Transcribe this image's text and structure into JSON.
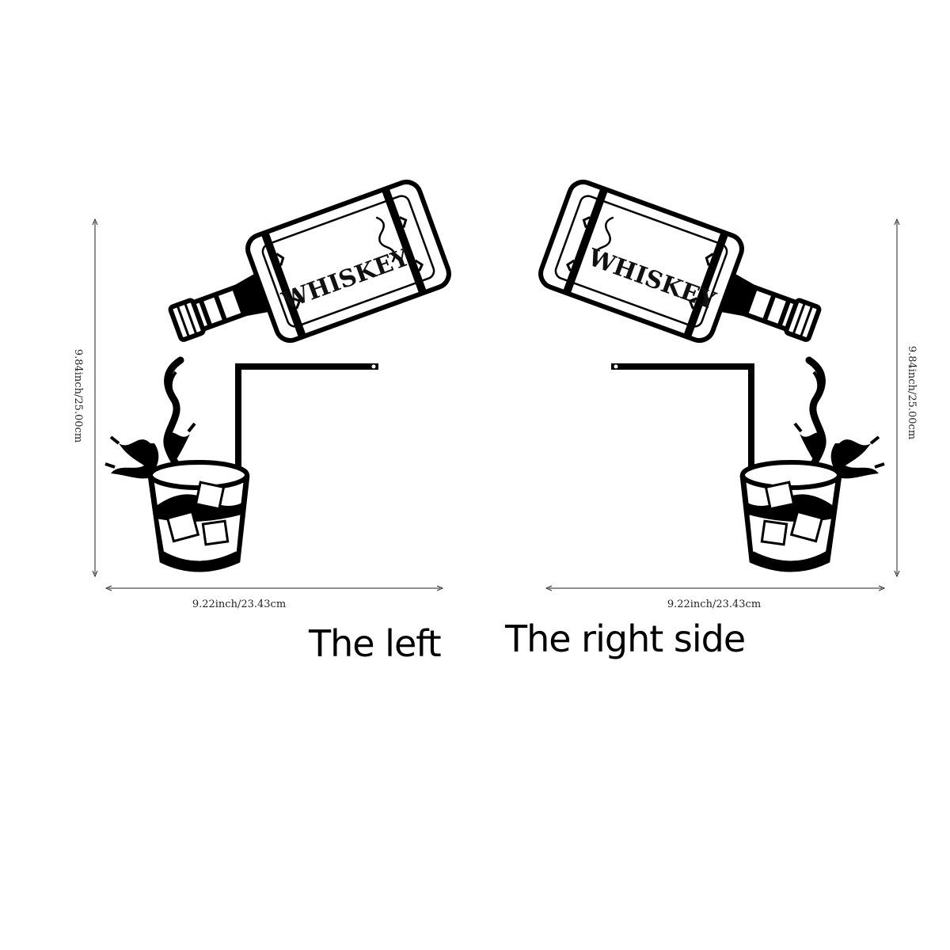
{
  "left_product": {
    "bottle_label": "WHISKEY",
    "height_dimension": "9.84inch/25.00cm",
    "width_dimension": "9.22inch/23.43cm",
    "caption": "The left"
  },
  "right_product": {
    "bottle_label": "WHISKEY",
    "height_dimension": "9.84inch/25.00cm",
    "width_dimension": "9.22inch/23.43cm",
    "caption": "The right side"
  },
  "colors": {
    "ink": "#000000",
    "background": "#ffffff"
  }
}
